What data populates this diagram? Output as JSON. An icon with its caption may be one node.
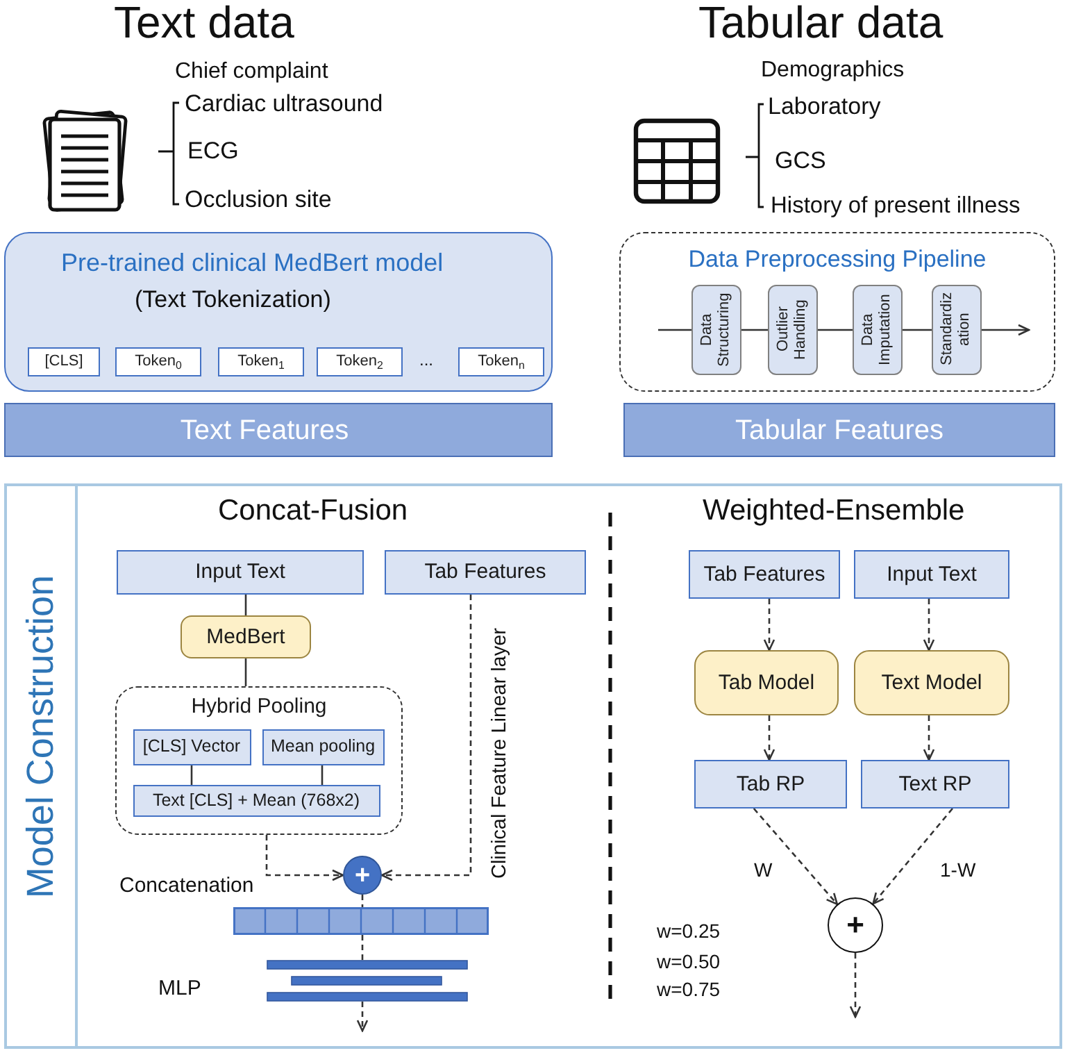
{
  "diagram": {
    "nodes": [
      {
        "text": [
          "Pre-trained clinical MedBert model",
          "(Text Tokenization)"
        ]
      },
      {
        "text": [
          "[CLS]"
        ],
        "in": 0
      },
      {
        "text": [
          "Token$_{0}$"
        ],
        "in": 0
      },
      {
        "text": [
          "Token$_{1}$"
        ],
        "in": 0
      },
      {
        "text": [
          "Token$_{2}$"
        ],
        "in": 0
      },
      {
        "text": [
          "Token$_{n}$"
        ],
        "in": 0
      },
      {
        "text": [
          "Text Features"
        ]
      },
      {
        "text": [
          "Data Preprocessing Pipeline"
        ]
      },
      {
        "text": [
          "Data Structuring"
        ],
        "in": 7
      },
      {
        "text": [
          "Outlier Handling"
        ],
        "in": 7
      },
      {
        "text": [
          "Data Imputation"
        ],
        "in": 7
      },
      {
        "text": [
          "Standardiz ation"
        ],
        "in": 7
      },
      {
        "text": [
          "Tabular Features"
        ]
      },
      {
        "text": [
          "Model Construction"
        ]
      },
      {
        "text": [
          "Input Text"
        ],
        "in": 13
      },
      {
        "text": [
          "Tab Features"
        ],
        "in": 13
      },
      {
        "text": [
          "MedBert"
        ],
        "in": 13
      },
      {
        "text": [
          "Hybrid Pooling"
        ],
        "in": 13
      },
      {
        "text": [
          "[CLS] Vector"
        ],
        "in": 17
      },
      {
        "text": [
          "Mean pooling"
        ],
        "in": 17
      },
      {
        "text": [
          "Text [CLS] + Mean (768x2)"
        ],
        "in": 17
      },
      {
        "text": [
          "+"
        ],
        "in": 13
      },
      {
        "text": [],
        "shape": "bar",
        "in": 13
      },
      {
        "text": [],
        "shape": "bar",
        "in": 13,
        "beside": [
          "MLP"
        ]
      },
      {
        "text": [
          "Tab Features"
        ],
        "in": 13
      },
      {
        "text": [
          "Input Text"
        ],
        "in": 13
      },
      {
        "text": [
          "Tab Model"
        ],
        "in": 13
      },
      {
        "text": [
          "Text Model"
        ],
        "in": 13
      },
      {
        "text": [
          "Tab RP"
        ],
        "in": 13
      },
      {
        "text": [
          "Text RP"
        ],
        "in": 13
      },
      {
        "text": [
          "+"
        ],
        "in": 13
      }
    ],
    "edges": [
      {
        "from": null,
        "to": 8,
        "arrow": "none"
      },
      {
        "from": 8,
        "to": 9,
        "arrow": "none"
      },
      {
        "from": 9,
        "to": 10,
        "arrow": "none"
      },
      {
        "from": 10,
        "to": 11,
        "arrow": "none"
      },
      {
        "from": 11,
        "to": null,
        "arrow": "to"
      },
      {
        "from": 14,
        "to": 16,
        "arrow": "none"
      },
      {
        "from": 16,
        "to": 17,
        "arrow": "none"
      },
      {
        "from": 18,
        "to": 20,
        "arrow": "none"
      },
      {
        "from": 19,
        "to": 20,
        "arrow": "none"
      },
      {
        "from": 17,
        "to": 21,
        "arrow": "to",
        "style": "dashed"
      },
      {
        "from": 15,
        "to": 21,
        "arrow": "to",
        "style": "dashed",
        "label": "Clinical Feature Linear layer"
      },
      {
        "from": 21,
        "to": 22,
        "arrow": "none",
        "style": "dashed"
      },
      {
        "from": 22,
        "to": 23,
        "arrow": "none",
        "style": "dashed"
      },
      {
        "from": 23,
        "to": null,
        "arrow": "to",
        "style": "dashed"
      },
      {
        "from": 24,
        "to": 26,
        "arrow": "to",
        "style": "dashed"
      },
      {
        "from": 25,
        "to": 27,
        "arrow": "to",
        "style": "dashed"
      },
      {
        "from": 26,
        "to": 28,
        "arrow": "to",
        "style": "dashed"
      },
      {
        "from": 27,
        "to": 29,
        "arrow": "to",
        "style": "dashed"
      },
      {
        "from": 28,
        "to": 30,
        "arrow": "to",
        "style": "dashed",
        "label": "W"
      },
      {
        "from": 29,
        "to": 30,
        "arrow": "to",
        "style": "dashed",
        "label": "1-W"
      },
      {
        "from": 30,
        "to": null,
        "arrow": "to",
        "style": "dashed"
      }
    ],
    "labels": [
      "Text data",
      "Chief complaint",
      "Cardiac ultrasound",
      "ECG",
      "Occlusion site",
      "...",
      "Tabular data",
      "Demographics",
      "Laboratory",
      "GCS",
      "History of present illness",
      "Concat-Fusion",
      "Weighted-Ensemble",
      "Concatenation",
      "w=0.25",
      "w=0.50",
      "w=0.75"
    ]
  }
}
